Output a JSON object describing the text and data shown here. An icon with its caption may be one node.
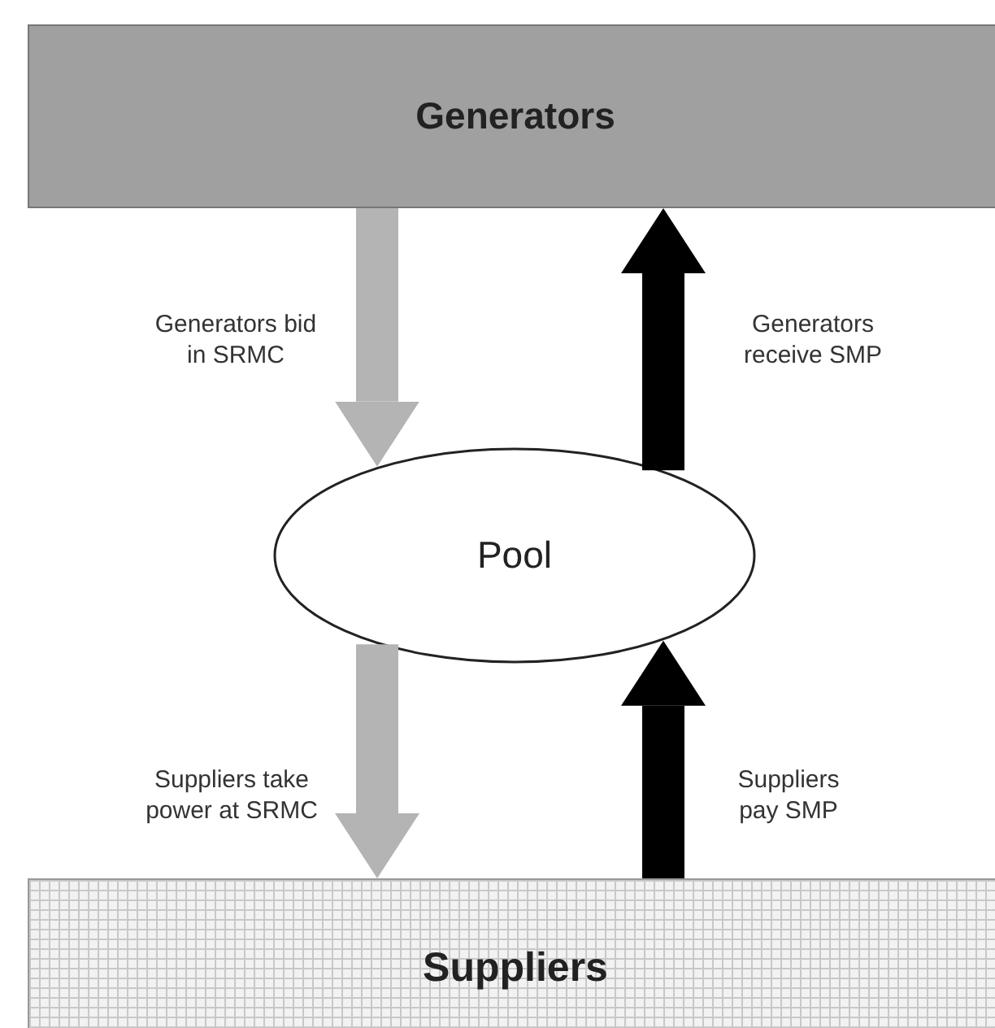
{
  "diagram": {
    "nodes": [
      {
        "text": [
          "Generators"
        ]
      },
      {
        "text": [
          "Pool"
        ]
      },
      {
        "text": [
          "Suppliers"
        ]
      }
    ],
    "edges": [
      {
        "from": 0,
        "to": 1,
        "arrow": "to",
        "label": "Generators bid in SRMC",
        "color": "#b4b4b4"
      },
      {
        "from": 1,
        "to": 0,
        "arrow": "to",
        "label": "Generators receive SMP",
        "color": "#000000"
      },
      {
        "from": 1,
        "to": 2,
        "arrow": "to",
        "label": "Suppliers take power at SRMC",
        "color": "#b4b4b4"
      },
      {
        "from": 2,
        "to": 1,
        "arrow": "to",
        "label": "Suppliers pay SMP",
        "color": "#000000"
      }
    ]
  }
}
